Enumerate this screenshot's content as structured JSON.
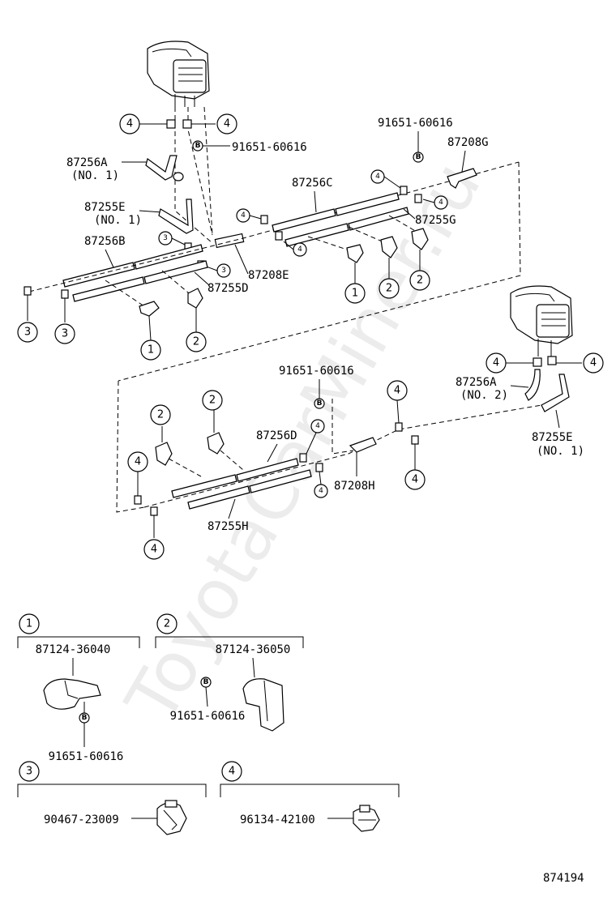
{
  "labels": {
    "p91651_top": "91651-60616",
    "p91651_right": "91651-60616",
    "p87208g": "87208G",
    "p87256a": "87256A",
    "p87256a_sub": "(NO. 1)",
    "p87256c": "87256C",
    "p87255e": "87255E",
    "p87255e_sub": "(NO. 1)",
    "p87255g": "87255G",
    "p87256b": "87256B",
    "p87208e": "87208E",
    "p87255d": "87255D",
    "p91651_mid": "91651-60616",
    "p87256a2": "87256A",
    "p87256a2_sub": "(NO. 2)",
    "p87256d": "87256D",
    "p87255e2": "87255E",
    "p87255e2_sub": "(NO. 1)",
    "p87208h": "87208H",
    "p87255h": "87255H",
    "footer_id": "874194",
    "watermark": "ToyotaCarMiner.ru"
  },
  "legend": {
    "items": [
      {
        "num": "1",
        "part": "87124-36040",
        "bolt": "91651-60616"
      },
      {
        "num": "2",
        "part": "87124-36050",
        "bolt": "91651-60616"
      },
      {
        "num": "3",
        "part": "90467-23009"
      },
      {
        "num": "4",
        "part": "96134-42100"
      }
    ]
  },
  "symbols": {
    "bolt": "B",
    "ref1": "1",
    "ref2": "2",
    "ref3": "3",
    "ref4": "4"
  },
  "colors": {
    "line": "#000000",
    "background": "#ffffff"
  }
}
